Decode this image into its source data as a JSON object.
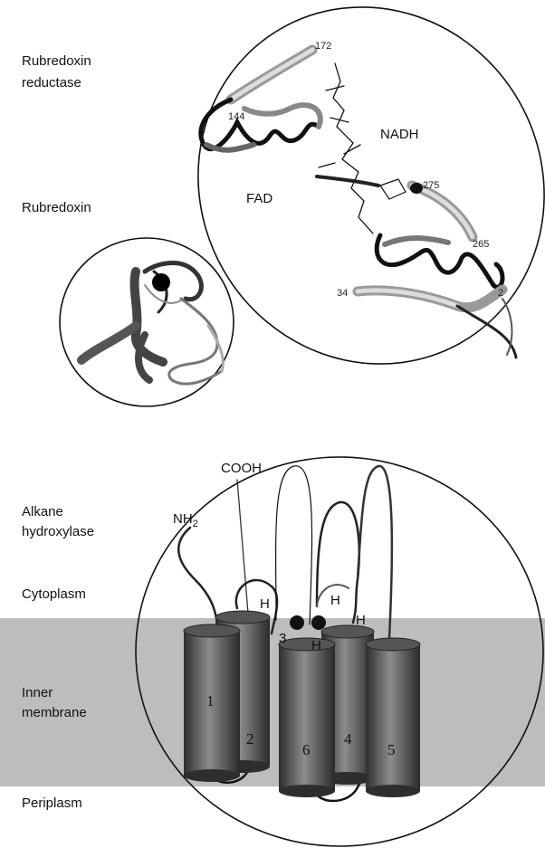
{
  "side_labels": {
    "reductase_line1": "Rubredoxin",
    "reductase_line2": "reductase",
    "rubredoxin": "Rubredoxin",
    "alkane_line1": "Alkane",
    "alkane_line2": "hydroxylase",
    "cytoplasm": "Cytoplasm",
    "membrane_line1": "Inner",
    "membrane_line2": "membrane",
    "periplasm": "Periplasm"
  },
  "reductase": {
    "cofactor_nadh": "NADH",
    "cofactor_fad": "FAD",
    "residues": [
      "172",
      "144",
      "275",
      "265",
      "34",
      "2"
    ]
  },
  "hydroxylase": {
    "cooh": "COOH",
    "nh2_main": "NH",
    "nh2_sub": "2",
    "histidine": "H",
    "helix_3": "3",
    "helices": [
      "1",
      "2",
      "6",
      "4",
      "5"
    ]
  },
  "colors": {
    "membrane_band": "#bdbdbd",
    "cylinder_dark": "#3a3a3a",
    "cylinder_light": "#8a8a8a"
  }
}
